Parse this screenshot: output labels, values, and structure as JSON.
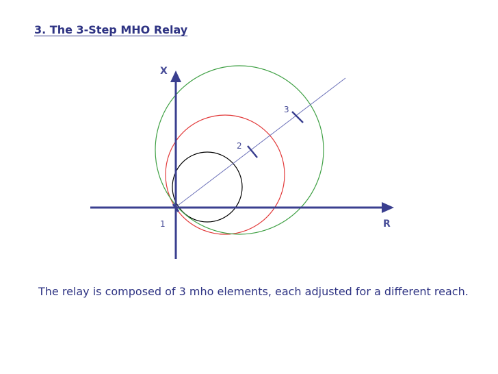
{
  "slide": {
    "title": "3.  The 3-Step MHO Relay",
    "body": "The relay is composed of 3 mho elements, each adjusted for a different reach."
  },
  "diagram": {
    "axis_x_label": "R",
    "axis_y_label": "X",
    "point_labels": [
      "1",
      "2",
      "3"
    ],
    "colors": {
      "axis": "#3a3f8f",
      "impedance_line": "#6b70b8",
      "circle_1": "#000000",
      "circle_2": "#e23a3a",
      "circle_3": "#3fa044",
      "labels": "#4a4f99"
    }
  }
}
